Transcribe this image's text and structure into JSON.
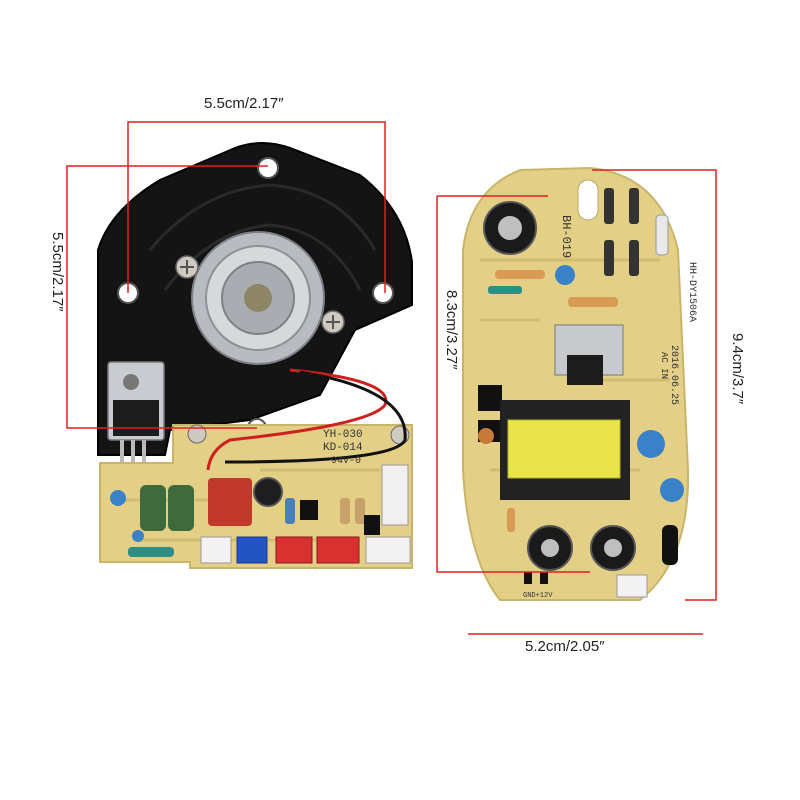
{
  "dimensions": {
    "left_width": "5.5cm/2.17″",
    "left_height": "5.5cm/2.17″",
    "right_inner_height": "8.3cm/3.27″",
    "right_total_height": "9.4cm/3.7″",
    "right_width": "5.2cm/2.05″"
  },
  "left_board": {
    "model_1": "YH-030",
    "model_2": "KD-014",
    "rating": "94V-0"
  },
  "right_board": {
    "model_1": "BH-019",
    "model_2": "HH-DY1506A",
    "date": "2016.06.25",
    "ac_in": "AC IN",
    "out_label": "GND+12V"
  },
  "colors": {
    "pcb": "#e3cf86",
    "pcb_edge": "#c9b46a",
    "bracket": "#141414",
    "dimension_line": "#e02020"
  }
}
